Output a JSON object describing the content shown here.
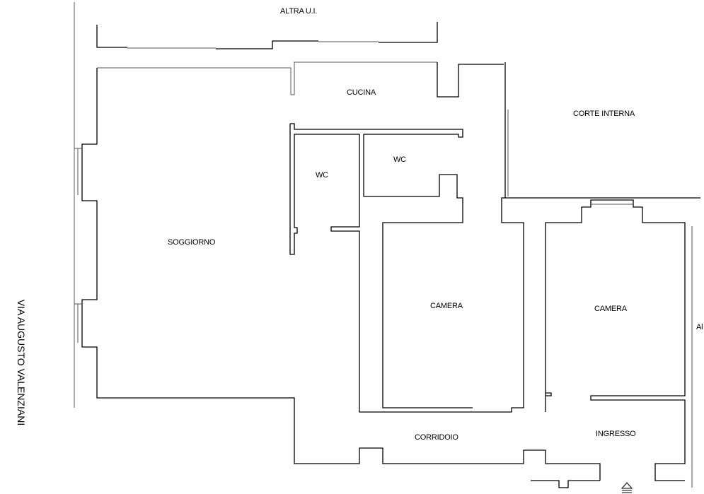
{
  "labels": {
    "altra_ui": "ALTRA U.I.",
    "cucina": "CUCINA",
    "corte_interna": "CORTE INTERNA",
    "wc_1": "WC",
    "wc_2": "WC",
    "soggiorno": "SOGGIORNO",
    "camera_1": "CAMERA",
    "camera_2": "CAMERA",
    "corridoio": "CORRIDOIO",
    "ingresso": "INGRESSO",
    "street": "VIA AUGUSTO VALENZIANI",
    "edge_cut": "Al"
  }
}
